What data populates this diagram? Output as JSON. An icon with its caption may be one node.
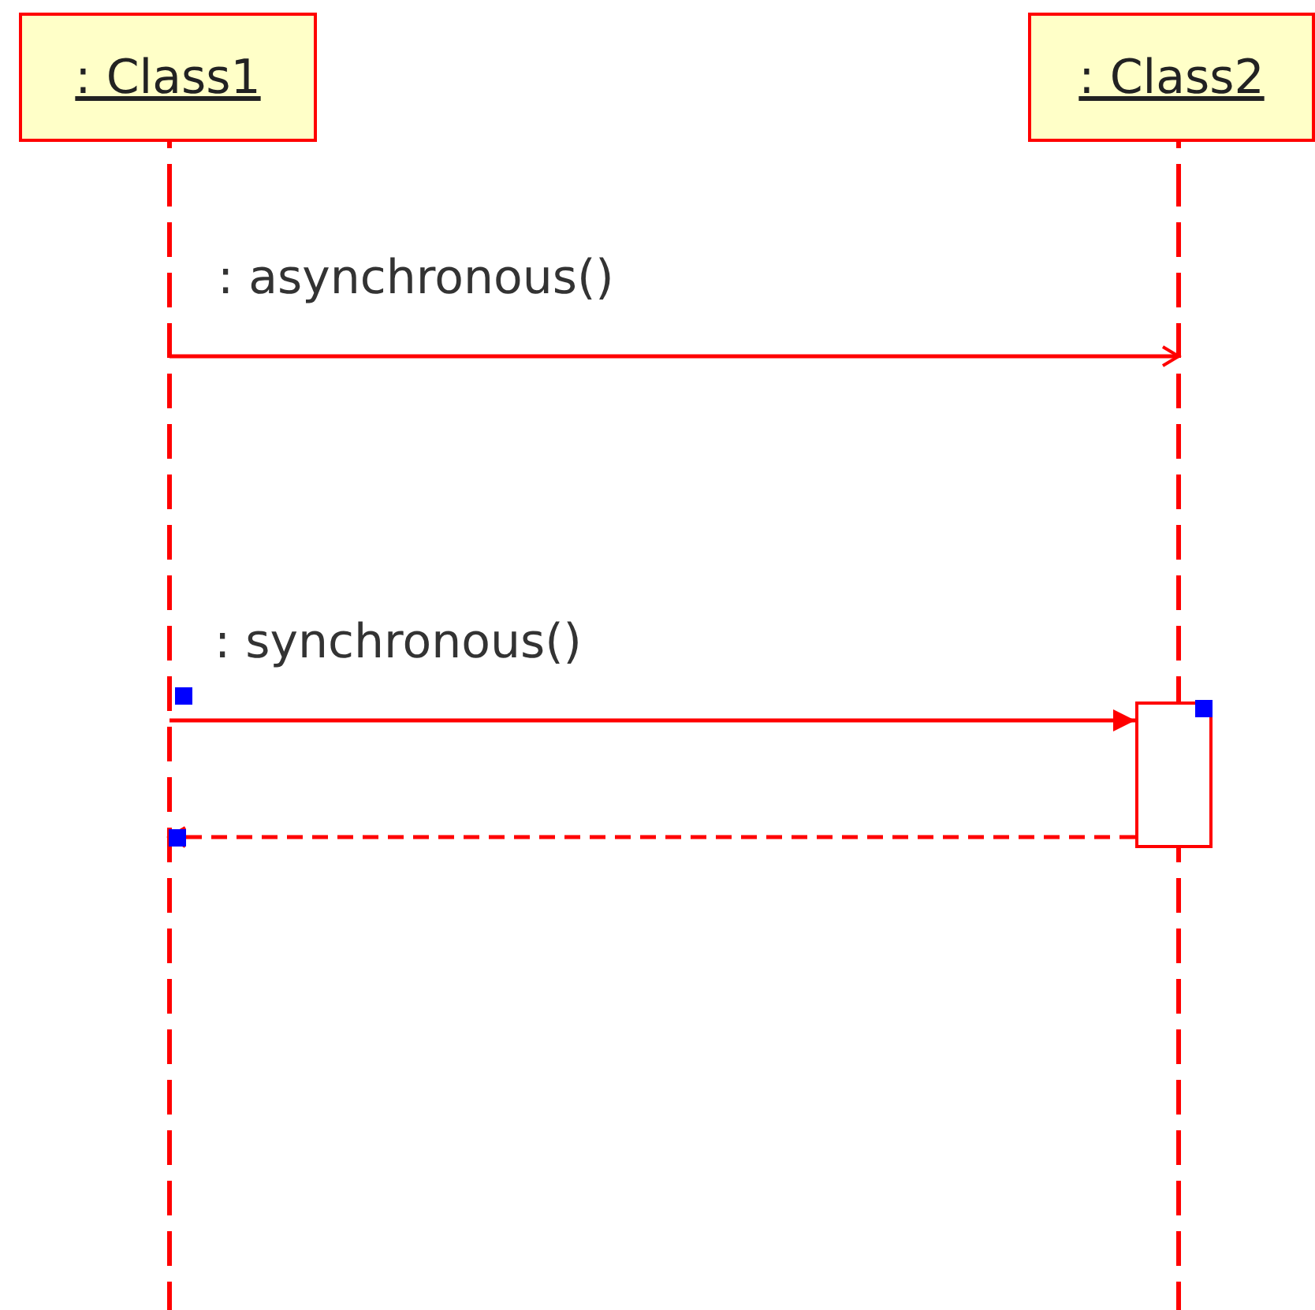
{
  "diagram": {
    "nodes": [
      {
        "text": [
          ": Class1"
        ]
      },
      {
        "text": [
          ": Class2"
        ]
      },
      {
        "text": [],
        "shape": "line"
      },
      {
        "text": [],
        "shape": "line"
      },
      {
        "text": [],
        "shape": "box"
      }
    ],
    "edges": [
      {
        "from": 2,
        "to": 3,
        "arrow": "to",
        "label": ": asynchronous()"
      },
      {
        "from": 2,
        "to": 4,
        "arrow": "to",
        "label": ": synchronous()"
      },
      {
        "from": 4,
        "to": 2,
        "arrow": "to",
        "style": "dashed"
      }
    ]
  }
}
